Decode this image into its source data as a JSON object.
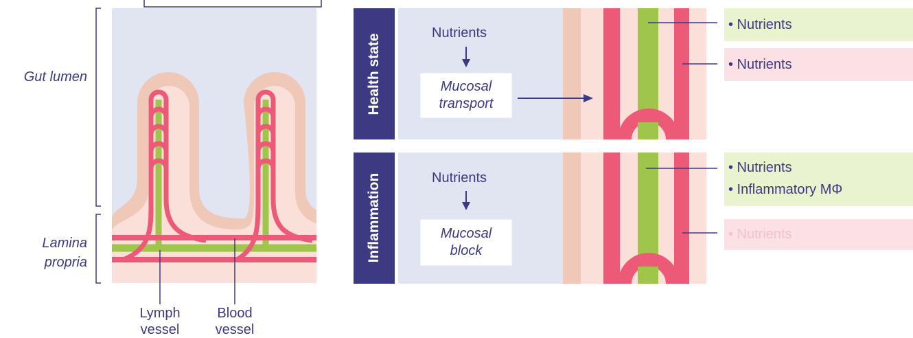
{
  "left_panel": {
    "gut_lumen_label": "Gut lumen",
    "lamina_propria_label_line1": "Lamina",
    "lamina_propria_label_line2": "propria",
    "lymph_vessel_line1": "Lymph",
    "lymph_vessel_line2": "vessel",
    "blood_vessel_line1": "Blood",
    "blood_vessel_line2": "vessel"
  },
  "health_state": {
    "title": "Health state",
    "input": "Nutrients",
    "process_line1": "Mucosal",
    "process_line2": "transport",
    "lymph_output": "• Nutrients",
    "blood_output": "• Nutrients"
  },
  "inflammation": {
    "title": "Inflammation",
    "input": "Nutrients",
    "process_line1": "Mucosal",
    "process_line2": "block",
    "lymph_output_1": "• Nutrients",
    "lymph_output_2": "• Inflammatory MΦ",
    "blood_output": "• Nutrients"
  },
  "colors": {
    "lumen": "#e1e4f1",
    "tissue": "#fbe0da",
    "epithelium": "#f0c8b8",
    "blood": "#ec5a78",
    "lymph": "#9fc54a",
    "navy": "#3b3a82",
    "lymph_box": "#eaf3cf",
    "blood_box": "#fbe0e5"
  }
}
